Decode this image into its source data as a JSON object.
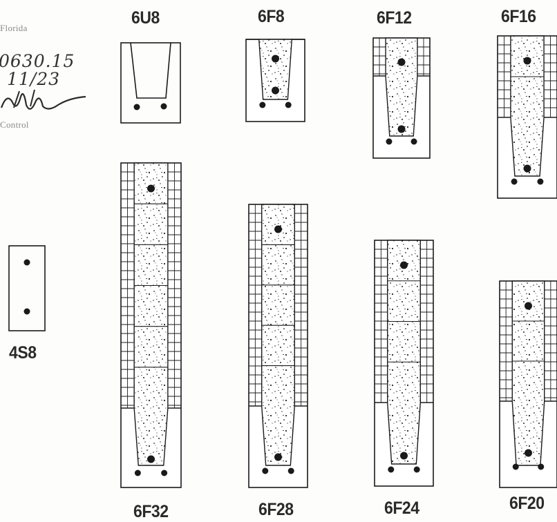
{
  "stamp": {
    "line1": "Florida",
    "line2": "0630.15",
    "line3": "11/23",
    "line4": "Control"
  },
  "units": [
    {
      "label": "6U8"
    },
    {
      "label": "6F8"
    },
    {
      "label": "6F12"
    },
    {
      "label": "6F16"
    },
    {
      "label": "4S8"
    },
    {
      "label": "6F32"
    },
    {
      "label": "6F28"
    },
    {
      "label": "6F24"
    },
    {
      "label": "6F20"
    }
  ],
  "colors": {
    "line": "#1a1a1a",
    "paper": "#fdfdfb",
    "speckle": "#222222"
  }
}
